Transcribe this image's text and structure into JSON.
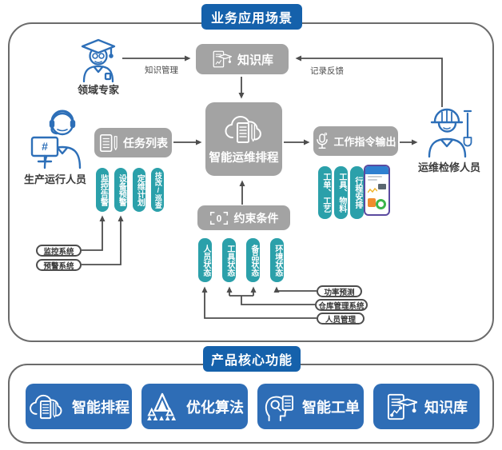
{
  "top_section": {
    "title": "业务应用场景",
    "actors": {
      "expert": "领域专家",
      "operator": "生产运行人员",
      "maintainer": "运维检修人员"
    },
    "nodes": {
      "knowledge_base": "知识库",
      "task_list": "任务列表",
      "scheduling": "智能运维排程",
      "instruction_output": "工作指令输出",
      "constraints": "约束条件"
    },
    "edge_labels": {
      "knowledge_mgmt": "知识管理",
      "record_feedback": "记录反馈"
    },
    "task_tags": [
      "监控告警",
      "设备预警",
      "定维计划",
      "技改/巡查"
    ],
    "status_tags": [
      "人员状态",
      "工具状态",
      "备品状态",
      "环境状态"
    ],
    "output_tags": [
      "工单、工艺",
      "工具、物料",
      "行程安排"
    ],
    "left_systems": [
      "监控系统",
      "预警系统"
    ],
    "right_systems": [
      "功率预测",
      "仓库管理系统",
      "人员管理"
    ]
  },
  "bottom_section": {
    "title": "产品核心功能",
    "features": [
      {
        "label": "智能排程",
        "icon": "cloud-document-icon"
      },
      {
        "label": "优化算法",
        "icon": "mountains-icon"
      },
      {
        "label": "智能工单",
        "icon": "head-document-icon"
      },
      {
        "label": "知识库",
        "icon": "document-graduation-cap-icon"
      }
    ]
  },
  "icons": {
    "knowledge_base": "document-graduation-cap-icon",
    "task_list": "clipboard-pencil-icon",
    "scheduling": "cloud-document-icon",
    "instruction_output": "microphone-icon",
    "constraints": "focus-brackets-icon",
    "expert": "graduate-person-icon",
    "operator": "headset-operator-icon",
    "maintainer": "construction-worker-icon",
    "phone": "mobile-app-screenshot"
  },
  "glyphs": {
    "monitor": "#",
    "constraint": "0"
  },
  "colors": {
    "primary_blue": "#1561ab",
    "feature_blue": "#2e6db6",
    "gray_box": "#a3a3a3",
    "teal": "#2ba0aa",
    "line": "#4d4d4d",
    "person_blue": "#2d6fb8"
  }
}
